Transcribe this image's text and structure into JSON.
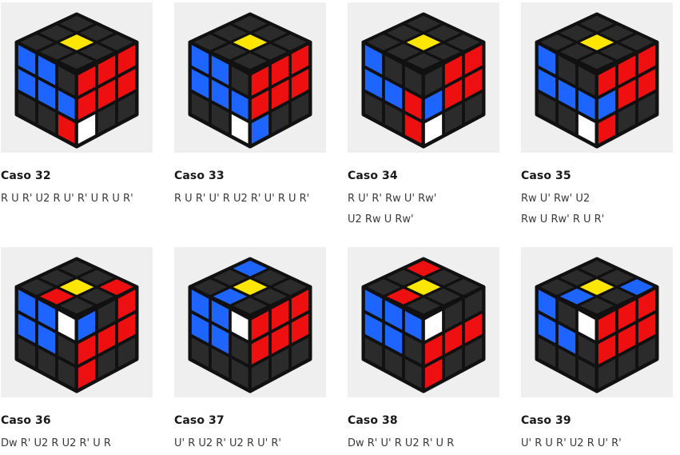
{
  "colors": {
    "yellow": "#ffe600",
    "blue": "#1e64ff",
    "red": "#ee1010",
    "white": "#ffffff",
    "dark": "#2b2b2b",
    "bg": "#efefef"
  },
  "cases": [
    {
      "title": "Caso 32",
      "alg": [
        "R U R' U2 R U' R' U R U R'"
      ],
      "top": [
        [
          "d",
          "d",
          "d"
        ],
        [
          "d",
          "y",
          "d"
        ],
        [
          "d",
          "d",
          "d"
        ]
      ],
      "left": [
        [
          "b",
          "b",
          "d"
        ],
        [
          "b",
          "b",
          "b"
        ],
        [
          "d",
          "d",
          "r"
        ]
      ],
      "right": [
        [
          "r",
          "r",
          "r"
        ],
        [
          "r",
          "r",
          "r"
        ],
        [
          "w",
          "d",
          "d"
        ]
      ]
    },
    {
      "title": "Caso 33",
      "alg": [
        "R U R' U' R U2 R' U' R U R'"
      ],
      "top": [
        [
          "d",
          "d",
          "d"
        ],
        [
          "d",
          "y",
          "d"
        ],
        [
          "d",
          "d",
          "d"
        ]
      ],
      "left": [
        [
          "b",
          "b",
          "d"
        ],
        [
          "b",
          "b",
          "b"
        ],
        [
          "d",
          "d",
          "w"
        ]
      ],
      "right": [
        [
          "r",
          "r",
          "r"
        ],
        [
          "r",
          "r",
          "r"
        ],
        [
          "b",
          "d",
          "d"
        ]
      ]
    },
    {
      "title": "Caso 34",
      "alg": [
        "R U' R' Rw U' Rw'",
        "U2 Rw U Rw'"
      ],
      "top": [
        [
          "d",
          "d",
          "d"
        ],
        [
          "d",
          "y",
          "d"
        ],
        [
          "d",
          "d",
          "d"
        ]
      ],
      "left": [
        [
          "b",
          "d",
          "d"
        ],
        [
          "b",
          "b",
          "r"
        ],
        [
          "d",
          "d",
          "r"
        ]
      ],
      "right": [
        [
          "d",
          "r",
          "r"
        ],
        [
          "b",
          "r",
          "r"
        ],
        [
          "w",
          "d",
          "d"
        ]
      ]
    },
    {
      "title": "Caso 35",
      "alg": [
        "Rw U' Rw' U2",
        "Rw U Rw' R U R'"
      ],
      "top": [
        [
          "d",
          "d",
          "d"
        ],
        [
          "d",
          "y",
          "d"
        ],
        [
          "d",
          "d",
          "d"
        ]
      ],
      "left": [
        [
          "b",
          "d",
          "d"
        ],
        [
          "b",
          "b",
          "b"
        ],
        [
          "d",
          "d",
          "w"
        ]
      ],
      "right": [
        [
          "r",
          "r",
          "r"
        ],
        [
          "b",
          "r",
          "r"
        ],
        [
          "r",
          "d",
          "d"
        ]
      ]
    },
    {
      "title": "Caso 36",
      "alg": [
        "Dw R' U2 R U2 R' U R"
      ],
      "top": [
        [
          "d",
          "d",
          "r"
        ],
        [
          "d",
          "y",
          "d"
        ],
        [
          "d",
          "r",
          "d"
        ]
      ],
      "left": [
        [
          "b",
          "b",
          "w"
        ],
        [
          "b",
          "b",
          "d"
        ],
        [
          "d",
          "d",
          "d"
        ]
      ],
      "right": [
        [
          "b",
          "d",
          "r"
        ],
        [
          "r",
          "r",
          "r"
        ],
        [
          "r",
          "d",
          "d"
        ]
      ]
    },
    {
      "title": "Caso 37",
      "alg": [
        "U' R U2 R' U2 R U' R'"
      ],
      "top": [
        [
          "b",
          "d",
          "d"
        ],
        [
          "d",
          "y",
          "d"
        ],
        [
          "d",
          "b",
          "d"
        ]
      ],
      "left": [
        [
          "b",
          "b",
          "w"
        ],
        [
          "b",
          "b",
          "d"
        ],
        [
          "d",
          "d",
          "d"
        ]
      ],
      "right": [
        [
          "r",
          "r",
          "r"
        ],
        [
          "r",
          "r",
          "r"
        ],
        [
          "d",
          "d",
          "d"
        ]
      ]
    },
    {
      "title": "Caso 38",
      "alg": [
        "Dw R' U' R U2 R' U R"
      ],
      "top": [
        [
          "r",
          "d",
          "d"
        ],
        [
          "d",
          "y",
          "d"
        ],
        [
          "d",
          "r",
          "d"
        ]
      ],
      "left": [
        [
          "b",
          "b",
          "b"
        ],
        [
          "b",
          "b",
          "d"
        ],
        [
          "d",
          "d",
          "d"
        ]
      ],
      "right": [
        [
          "w",
          "d",
          "d"
        ],
        [
          "r",
          "r",
          "r"
        ],
        [
          "r",
          "d",
          "d"
        ]
      ]
    },
    {
      "title": "Caso 39",
      "alg": [
        "U' R U R' U2 R U' R'"
      ],
      "top": [
        [
          "d",
          "d",
          "b"
        ],
        [
          "d",
          "y",
          "d"
        ],
        [
          "d",
          "b",
          "d"
        ]
      ],
      "left": [
        [
          "b",
          "d",
          "w"
        ],
        [
          "b",
          "b",
          "d"
        ],
        [
          "d",
          "d",
          "d"
        ]
      ],
      "right": [
        [
          "r",
          "r",
          "r"
        ],
        [
          "r",
          "r",
          "r"
        ],
        [
          "d",
          "d",
          "d"
        ]
      ]
    }
  ]
}
